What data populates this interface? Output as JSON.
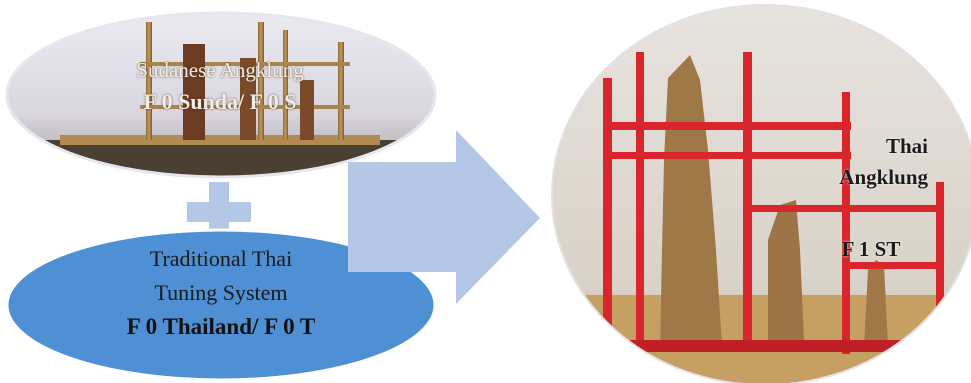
{
  "left_top_ellipse": {
    "title": "Sudanese Angklung",
    "code": "F 0 Sunda/ F 0 S"
  },
  "plus_symbol": {
    "icon": "plus-icon",
    "color": "#b4c7e7"
  },
  "left_bottom_ellipse": {
    "line1": "Traditional Thai",
    "line2": "Tuning System",
    "code": "F 0 Thailand/ F 0 T",
    "fill_color": "#4f8fd4"
  },
  "arrow": {
    "icon": "right-arrow-icon",
    "color": "#b4c7e7"
  },
  "right_circle": {
    "title_line1": "Thai",
    "title_line2": "Angklung",
    "code": "F 1 ST",
    "frame_color": "#d8262c"
  }
}
